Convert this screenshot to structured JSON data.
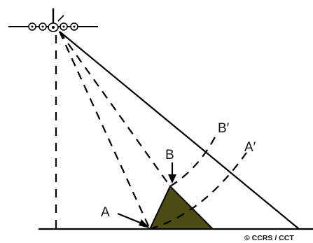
{
  "diagram": {
    "labels": {
      "a": "A",
      "b": "B",
      "a_prime": "A′",
      "b_prime": "B′"
    },
    "credit": "© CCRS / CCT",
    "colors": {
      "object_fill": "#4b4b14",
      "line": "#000000",
      "background": "#ffffff"
    },
    "icons": {
      "sensor": "aircraft-icon"
    }
  }
}
